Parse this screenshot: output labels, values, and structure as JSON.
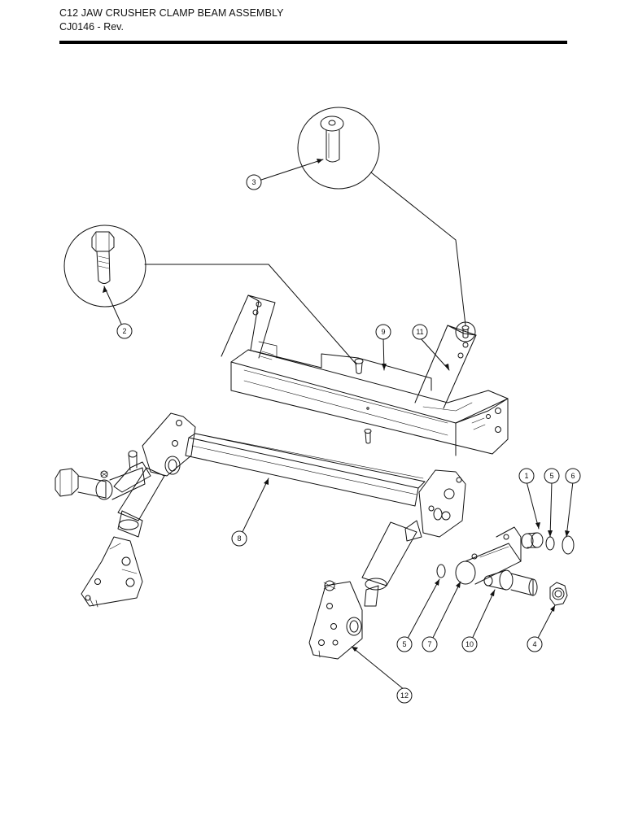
{
  "header": {
    "title": "C12 JAW CRUSHER CLAMP BEAM ASSEMBLY",
    "doc_number": "CJ0146 - Rev."
  },
  "callouts": [
    {
      "id": "callout-1",
      "label": "1"
    },
    {
      "id": "callout-2",
      "label": "2"
    },
    {
      "id": "callout-3",
      "label": "3"
    },
    {
      "id": "callout-4",
      "label": "4"
    },
    {
      "id": "callout-5a",
      "label": "5"
    },
    {
      "id": "callout-5b",
      "label": "5"
    },
    {
      "id": "callout-6",
      "label": "6"
    },
    {
      "id": "callout-7",
      "label": "7"
    },
    {
      "id": "callout-8",
      "label": "8"
    },
    {
      "id": "callout-9",
      "label": "9"
    },
    {
      "id": "callout-10",
      "label": "10"
    },
    {
      "id": "callout-11",
      "label": "11"
    },
    {
      "id": "callout-12",
      "label": "12"
    }
  ]
}
